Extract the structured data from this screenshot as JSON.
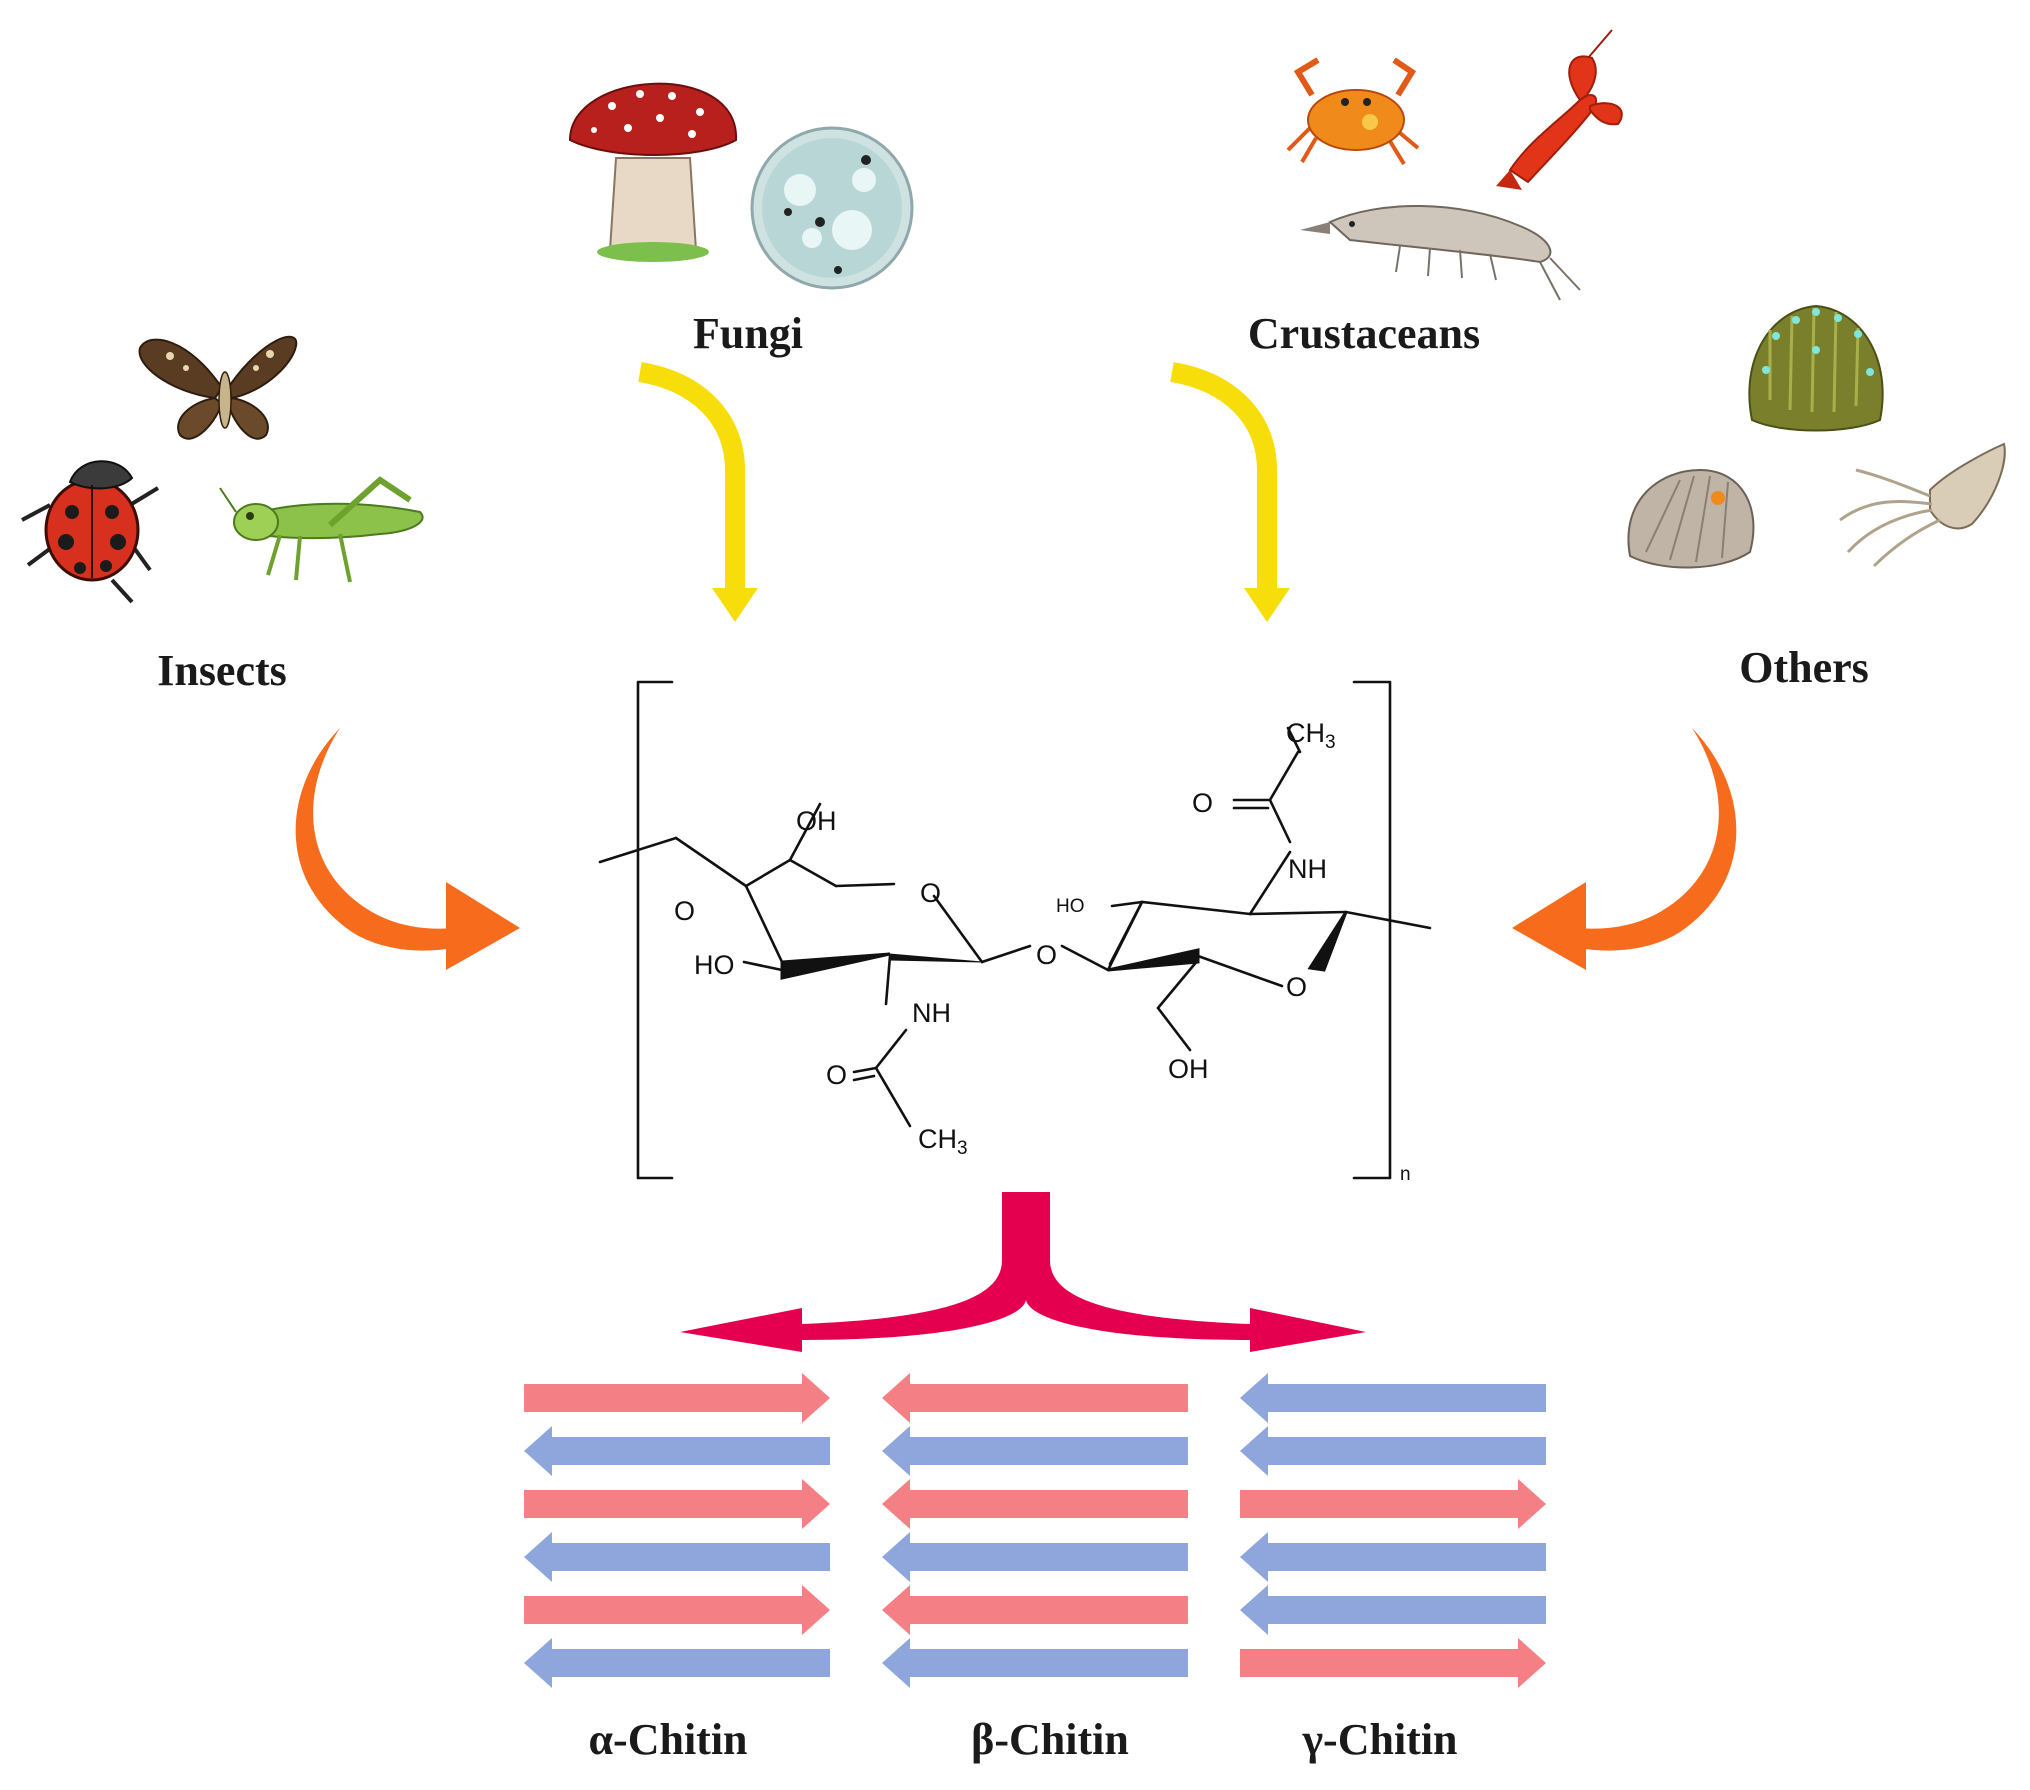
{
  "sources": {
    "insects": "Insects",
    "fungi": "Fungi",
    "crustaceans": "Crustaceans",
    "others": "Others"
  },
  "structure": {
    "repeat_subscript": "n",
    "groups": {
      "oh": "OH",
      "o": "O",
      "ho": "HO",
      "nh": "NH",
      "ch": "CH",
      "three": "3"
    }
  },
  "forms": [
    {
      "label": "α-Chitin",
      "pattern": [
        "right-red",
        "left-blue",
        "right-red",
        "left-blue",
        "right-red",
        "left-blue"
      ]
    },
    {
      "label": "β-Chitin",
      "pattern": [
        "left-red",
        "left-blue",
        "left-red",
        "left-blue",
        "left-red",
        "left-blue"
      ]
    },
    {
      "label": "γ-Chitin",
      "pattern": [
        "left-blue",
        "left-blue",
        "right-red",
        "left-blue",
        "left-blue",
        "right-red"
      ]
    }
  ],
  "colors": {
    "chain_red": "#f47f84",
    "chain_blue": "#8ea6dc",
    "split_arrow": "#e4004f",
    "orange_arrow": "#f76b1c",
    "yellow_arrow": "#f7dd09"
  }
}
